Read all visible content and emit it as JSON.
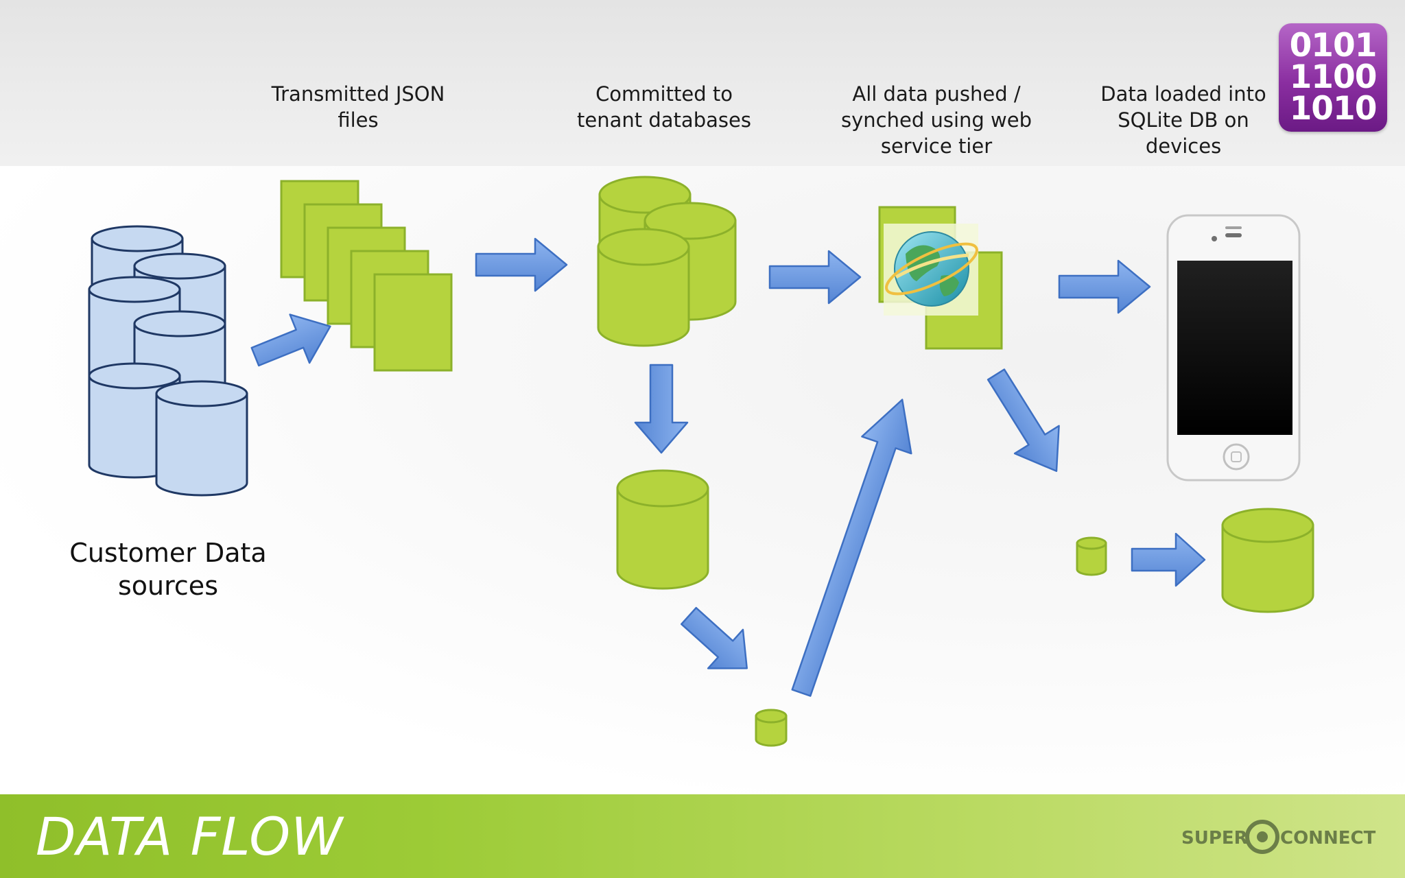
{
  "steps": [
    {
      "label": "Transmitted JSON\nfiles"
    },
    {
      "label": "Committed to\ntenant databases"
    },
    {
      "label": "All data pushed /\nsynched using web\nservice tier"
    },
    {
      "label": "Data loaded into\nSQLite DB on\ndevices"
    }
  ],
  "source_label": "Customer Data\nsources",
  "binary_badge": {
    "lines": [
      "0101",
      "1100",
      "1010"
    ]
  },
  "title": "DATA FLOW",
  "brand": {
    "left": "SUPER",
    "right": "CONNECT"
  },
  "colors": {
    "source_db_fill": "#c6d9f1",
    "source_db_stroke": "#1f3864",
    "green_fill": "#b5d33e",
    "green_stroke": "#8cb12a",
    "arrow_fill": "#6f9be0",
    "arrow_stroke": "#3d6fc2",
    "footer": "#9ccb36",
    "badge": "#8a2ea0"
  },
  "icons": [
    "database-stack-icon",
    "json-files-icon",
    "globe-icon",
    "smartphone-icon",
    "binary-icon",
    "brand-logo-icon"
  ]
}
